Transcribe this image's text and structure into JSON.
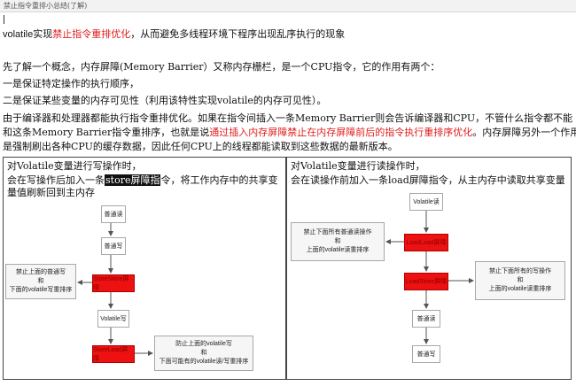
{
  "header": {
    "title": "禁止指令重排小总结(了解)"
  },
  "intro": {
    "l1_prefix": "volatile实现",
    "l1_red": "禁止指令重排优化",
    "l1_suffix": "，从而避免多线程环境下程序出现乱序执行的现象",
    "l2": "先了解一个概念，内存屏障(Memory Barrier）又称内存栅栏，是一个CPU指令，它的作用有两个：",
    "l3": "一是保证特定操作的执行顺序，",
    "l4": "二是保证某些变量的内存可见性（利用该特性实现volatile的内存可见性）。",
    "p1": "由于编译器和处理器都能执行指令重排优化。如果在指令间插入一条Memory Barrier则会告诉编译器和CPU，不管什么指令都不能",
    "p2_prefix": "和这条Memory Barrier指令重排序，也就是说",
    "p2_red": "通过插入内存屏障禁止在内存屏障前后的指令执行重排序优化",
    "p2_suffix": "。内存屏障另外一个作用",
    "p3": "是强制刷出各种CPU的缓存数据，因此任何CPU上的线程都能读取到这些数据的最新版本。"
  },
  "write_panel": {
    "title": "对Volatile变量进行写操作时，",
    "desc1_prefix": "会在写操作后加入一条",
    "desc1_hl": "store屏障指",
    "desc1_suffix": "令，将工作内存中的共享变",
    "desc2": "量值刷新回到主内存",
    "steps": [
      "普通读",
      "普通写",
      "StoreStore屏障",
      "Volatile写",
      "StoreLoad屏障"
    ],
    "note_top": [
      "禁止上面的普通写",
      "和",
      "下面的volatile写重排序"
    ],
    "note_bottom": [
      "防止上面的volatile写",
      "和",
      "下面可能有的volatile读/写重排序"
    ]
  },
  "read_panel": {
    "title": "对Volatile变量进行读操作时，",
    "desc": "会在读操作前加入一条load屏障指令，从主内存中读取共享变量",
    "steps": [
      "Volatile读",
      "LoadLoad屏障",
      "LoadStore屏障",
      "普通读",
      "普通写"
    ],
    "note_left": [
      "禁止下面所有普通读操作",
      "和",
      "上面的volatile读重排序"
    ],
    "note_right": [
      "禁止下面所有的写操作",
      "和",
      "上面的volatile读重排序"
    ]
  },
  "colors": {
    "barrier": "#ee1111",
    "highlight_text": "#e01e1e"
  }
}
